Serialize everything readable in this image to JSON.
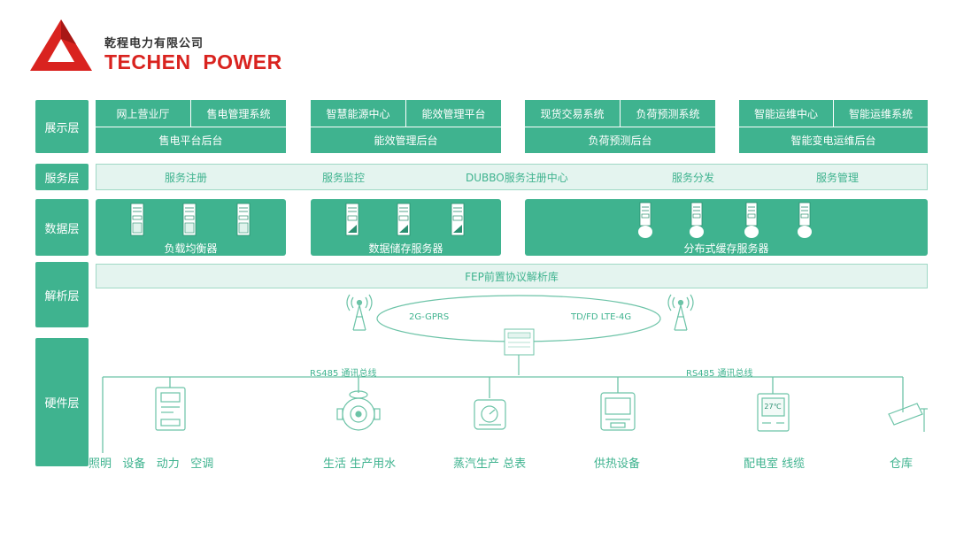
{
  "logo": {
    "company_cn": "乾程电力有限公司",
    "brand": "TECHEN  POWER",
    "brand_color": "#d9231f"
  },
  "colors": {
    "accent": "#3fb38f",
    "band_bg": "#e4f4ef",
    "line": "#6cc3a7"
  },
  "layers": {
    "display": "展示层",
    "service": "服务层",
    "data": "数据层",
    "parse": "解析层",
    "hardware": "硬件层"
  },
  "display_groups": [
    {
      "top_left": "网上营业厅",
      "top_right": "售电管理系统",
      "bottom": "售电平台后台"
    },
    {
      "top_left": "智慧能源中心",
      "top_right": "能效管理平台",
      "bottom": "能效管理后台"
    },
    {
      "top_left": "现货交易系统",
      "top_right": "负荷预测系统",
      "bottom": "负荷预测后台"
    },
    {
      "top_left": "智能运维中心",
      "top_right": "智能运维系统",
      "bottom": "智能变电运维后台"
    }
  ],
  "service_items": [
    "服务注册",
    "服务监控",
    "DUBBO服务注册中心",
    "服务分发",
    "服务管理"
  ],
  "data_blocks": [
    {
      "label": "负载均衡器",
      "icon": "server-rack-icon",
      "count": 3
    },
    {
      "label": "数据储存服务器",
      "icon": "storage-server-icon",
      "count": 3
    },
    {
      "label": "分布式缓存服务器",
      "icon": "cache-server-icon",
      "count": 4
    }
  ],
  "parse_band": "FEP前置协议解析库",
  "network": {
    "left": "2G-GPRS",
    "right": "TD/FD LTE-4G"
  },
  "bus": {
    "left": "RS485 通讯总线",
    "right": "RS485 通讯总线"
  },
  "devices": [
    {
      "icon": "electric-meter-icon",
      "label": "照明   设备   动力   空调"
    },
    {
      "icon": "water-meter-icon",
      "label": "生活 生产用水"
    },
    {
      "icon": "steam-meter-icon",
      "label": "蒸汽生产 总表"
    },
    {
      "icon": "heat-meter-icon",
      "label": "供热设备"
    },
    {
      "icon": "temperature-sensor-icon",
      "label": "配电室 线缆",
      "screen_text": "27℃"
    },
    {
      "icon": "camera-icon",
      "label": "仓库"
    }
  ]
}
